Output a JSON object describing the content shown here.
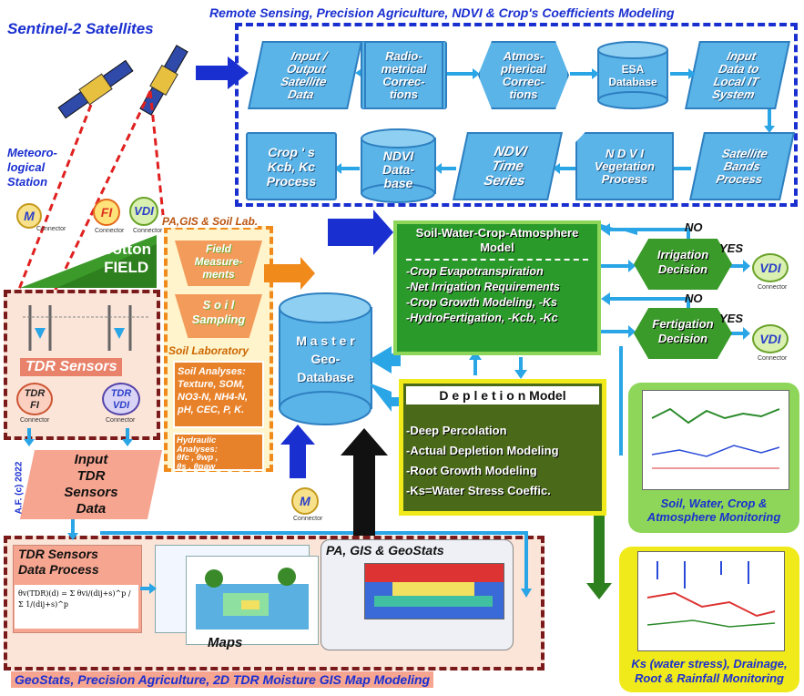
{
  "titles": {
    "remote_sensing": "Remote Sensing, Precision Agriculture, NDVI & Crop's Coefficients Modeling",
    "sentinel": "Sentinel-2 Satellites",
    "met_station": "Meteoro-\nlogical\nStation",
    "cotton": "Cotton\nFIELD",
    "pa_gis_soil": "PA,GIS & Soil Lab.",
    "soil_lab": "Soil Laboratory",
    "geostats_bottom": "GeoStats, Precision Agriculture, 2D TDR Moisture GIS Map Modeling",
    "soil_water_monitoring": "Soil, Water, Crop &\nAtmosphere Monitoring",
    "ks_monitoring": "Ks (water stress), Drainage,\nRoot & Rainfall Monitoring",
    "copyright": "A.F. (c) 2022"
  },
  "rs_steps": {
    "input_output": "Input /\nOutput\nSatellite\nData",
    "radiometric": "Radio-\nmetrical\nCorrec-\ntions",
    "atmospherical": "Atmos-\npherical\nCorrec-\ntions",
    "esa": "ESA\nDatabase",
    "input_local": "Input\nData to\nLocal IT\nSystem",
    "satellite_bands": "Satellite\nBands\nProcess",
    "ndvi_veg": "N D V I\nVegetation\nProcess",
    "ndvi_time": "NDVI\nTime\nSeries",
    "ndvi_db": "NDVI\nData-\nbase",
    "crops_kcb": "Crop ' s\nKcb, Kc\nProcess"
  },
  "connectors": {
    "m": "M",
    "fi": "FI",
    "vdi": "VDI",
    "label": "Connector"
  },
  "swca": {
    "title": "Soil-Water-Crop-Atmosphere\nModel",
    "items": [
      "-Crop  Evapotranspiration",
      "-Net Irrigation Requirements",
      "-Crop Growth Modeling, -Ks",
      "-HydroFertigation, -Kcb, -Kc"
    ]
  },
  "decisions": {
    "irrigation": "Irrigation\nDecision",
    "fertigation": "Fertigation\nDecision",
    "no": "NO",
    "yes": "YES"
  },
  "master_db": {
    "line1": "M a s t e r",
    "line2": "Geo-",
    "line3": "Database"
  },
  "depletion": {
    "title": "D e p l e t i o n  Model",
    "items": [
      "-Deep  Percolation",
      "-Actual Depletion Modeling",
      "-Root Growth Modeling",
      "-Ks=Water Stress Coeffic."
    ]
  },
  "soil_steps": {
    "field": "Field\nMeasure-\nments",
    "sampling": "S o i l\nSampling",
    "analyses": "Soil Analyses:\nTexture, SOM,\nNO3-N, NH4-N,\npH, CEC, P, K.",
    "hydraulic": "Hydraulic\nAnalyses:\nθfc , θwp ,\nθs ,  θpaw"
  },
  "tdr": {
    "sensors": "TDR Sensors",
    "fi": "TDR\nFI",
    "vdi": "TDR\nVDI",
    "input": "Input\nTDR\nSensors\nData",
    "process": "TDR Sensors\nData Process",
    "formula": "θv(TDR)(d) = Σ θvi/(dij+s)^p / Σ 1/(dij+s)^p"
  },
  "maps": {
    "label": "Maps",
    "pa_gis": "PA, GIS & GeoStats"
  },
  "colors": {
    "rs_blue": "#1a2fd0",
    "process_fill": "#5ab4e8",
    "green_frame": "#3aa82a",
    "yellow_frame": "#f1ea1a",
    "orange_frame": "#f08a1a",
    "salmon": "#f6a590",
    "dark_olive": "#4a6a1a"
  }
}
